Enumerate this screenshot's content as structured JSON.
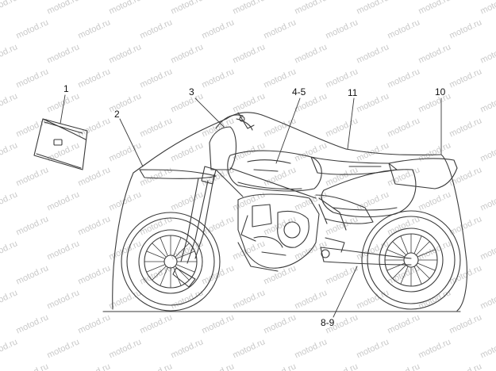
{
  "callouts": [
    "1",
    "2",
    "3",
    "4-5",
    "11",
    "10",
    "8-9"
  ],
  "watermark": "motod.ru",
  "colors": {
    "line": "#3a3a3a",
    "watermark": "#c9c9c9"
  }
}
